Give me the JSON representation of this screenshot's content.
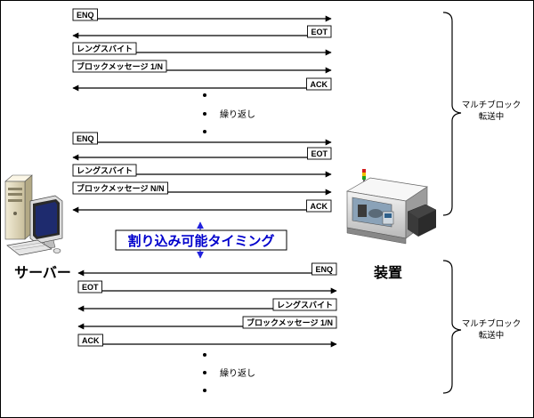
{
  "participants": {
    "left": "サーバー",
    "right": "装置"
  },
  "group_label": [
    "マルチブロック",
    "転送中"
  ],
  "interrupt_label": "割り込み可能タイミング",
  "repeat_label": "繰り返し",
  "block1": {
    "messages": [
      {
        "text": "ENQ",
        "dir": "right"
      },
      {
        "text": "EOT",
        "dir": "left"
      },
      {
        "text": "レングスバイト",
        "dir": "right"
      },
      {
        "text": "ブロックメッセージ 1/N",
        "dir": "right"
      },
      {
        "text": "ACK",
        "dir": "left"
      }
    ],
    "final_messages": [
      {
        "text": "ENQ",
        "dir": "right"
      },
      {
        "text": "EOT",
        "dir": "left"
      },
      {
        "text": "レングスバイト",
        "dir": "right"
      },
      {
        "text": "ブロックメッセージ N/N",
        "dir": "right"
      },
      {
        "text": "ACK",
        "dir": "left"
      }
    ]
  },
  "block2": {
    "messages": [
      {
        "text": "ENQ",
        "dir": "left"
      },
      {
        "text": "EOT",
        "dir": "right"
      },
      {
        "text": "レングスバイト",
        "dir": "left"
      },
      {
        "text": "ブロックメッセージ 1/N",
        "dir": "left"
      },
      {
        "text": "ACK",
        "dir": "right"
      }
    ]
  },
  "colors": {
    "line": "#000000",
    "interrupt_text": "#0000cc",
    "interrupt_arrow": "#2222dd"
  },
  "icons": {
    "server": "desktop-computer-icon",
    "device": "industrial-machine-icon"
  }
}
